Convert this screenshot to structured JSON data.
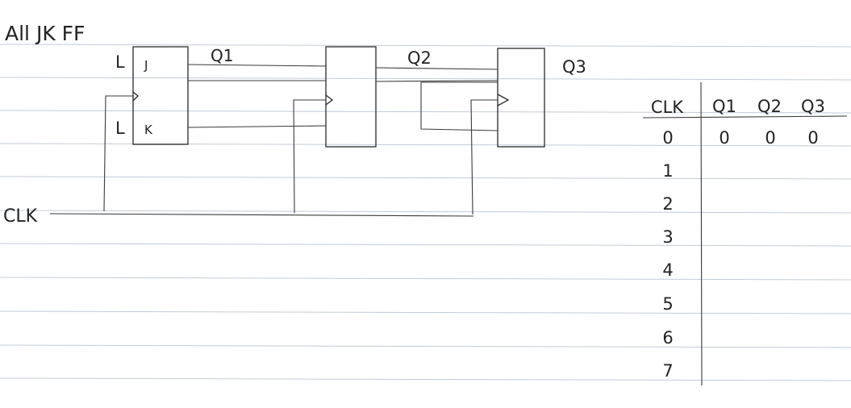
{
  "header": {
    "note": "All JK FF"
  },
  "circuit": {
    "ff1": {
      "j_label": "J",
      "k_label": "K",
      "j_input": "L",
      "k_input": "L"
    },
    "outputs": {
      "q1": "Q1",
      "q2": "Q2",
      "q3": "Q3"
    },
    "clock_label": "CLK"
  },
  "table": {
    "headers": {
      "clk": "CLK",
      "q1": "Q1",
      "q2": "Q2",
      "q3": "Q3"
    },
    "rows": [
      {
        "clk": "0",
        "q1": "0",
        "q2": "0",
        "q3": "0"
      },
      {
        "clk": "1",
        "q1": "",
        "q2": "",
        "q3": ""
      },
      {
        "clk": "2",
        "q1": "",
        "q2": "",
        "q3": ""
      },
      {
        "clk": "3",
        "q1": "",
        "q2": "",
        "q3": ""
      },
      {
        "clk": "4",
        "q1": "",
        "q2": "",
        "q3": ""
      },
      {
        "clk": "5",
        "q1": "",
        "q2": "",
        "q3": ""
      },
      {
        "clk": "6",
        "q1": "",
        "q2": "",
        "q3": ""
      },
      {
        "clk": "7",
        "q1": "",
        "q2": "",
        "q3": ""
      }
    ]
  },
  "colors": {
    "ink": "#2a2a2a",
    "rule": "#c4ccd6",
    "paper": "#ffffff"
  }
}
